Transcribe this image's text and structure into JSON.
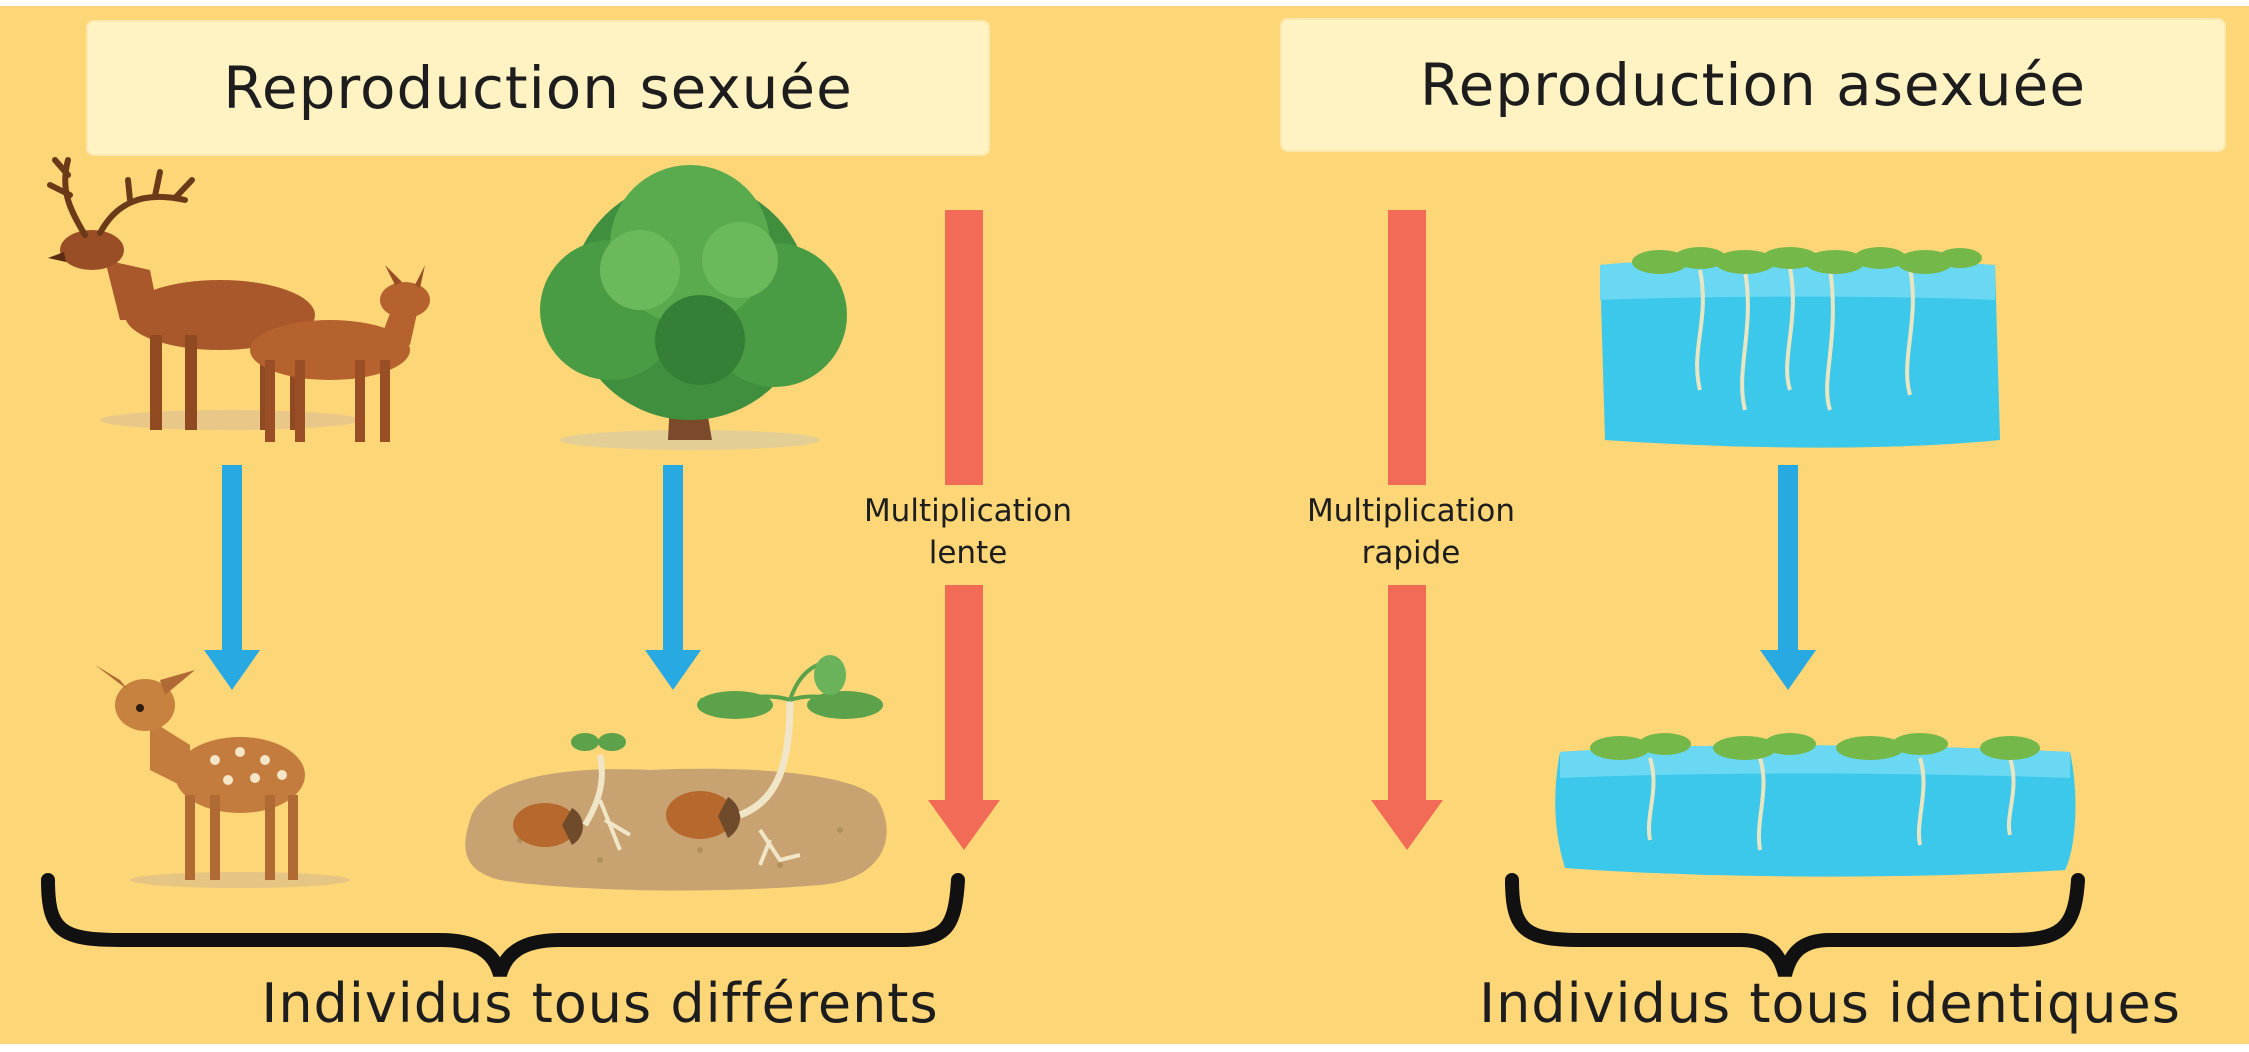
{
  "left_panel": {
    "title": "Reproduction sexuée",
    "multiplication_line1": "Multiplication",
    "multiplication_line2": "lente",
    "conclusion": "Individus tous différents"
  },
  "right_panel": {
    "title": "Reproduction asexuée",
    "multiplication_line1": "Multiplication",
    "multiplication_line2": "rapide",
    "conclusion": "Individus tous identiques"
  },
  "colors": {
    "background": "#fcd677",
    "title_box": "#fff3c4",
    "blue_arrow": "#29a9e1",
    "red_arrow": "#f26b57",
    "water": "#3cc8ea",
    "duckweed": "#74b84a",
    "deer": "#a9582b",
    "tree_canopy": "#3f8f3f",
    "soil": "#c8a371"
  },
  "icons": [
    "deer-pair-icon",
    "oak-tree-icon",
    "fawn-icon",
    "sprouting-acorns-icon",
    "duckweed-pond-icon",
    "duckweed-pond-small-icon"
  ]
}
